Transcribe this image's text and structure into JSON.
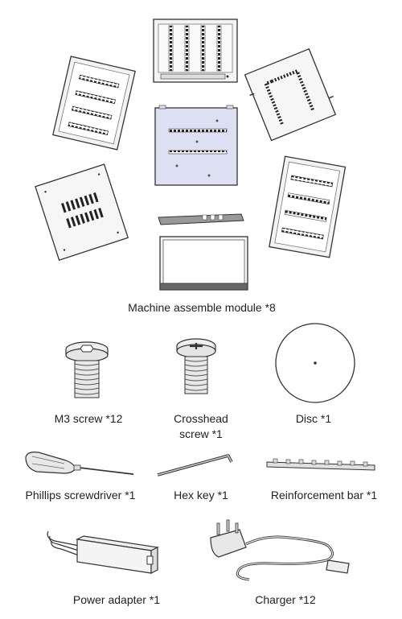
{
  "modules_caption": "Machine assemble module *8",
  "parts": {
    "m3_screw": "M3 screw *12",
    "crosshead_screw_line1": "Crosshead",
    "crosshead_screw_line2": "screw *1",
    "disc": "Disc *1",
    "screwdriver": "Phillips screwdriver *1",
    "hex_key": "Hex key *1",
    "reinforcement_bar": "Reinforcement bar *1",
    "power_adapter": "Power adapter *1",
    "charger": "Charger *12"
  },
  "colors": {
    "outline": "#333333",
    "panel_fill": "#f3f3f3",
    "center_panel_fill": "#dde0f3",
    "metal": "#e6e6e6"
  }
}
